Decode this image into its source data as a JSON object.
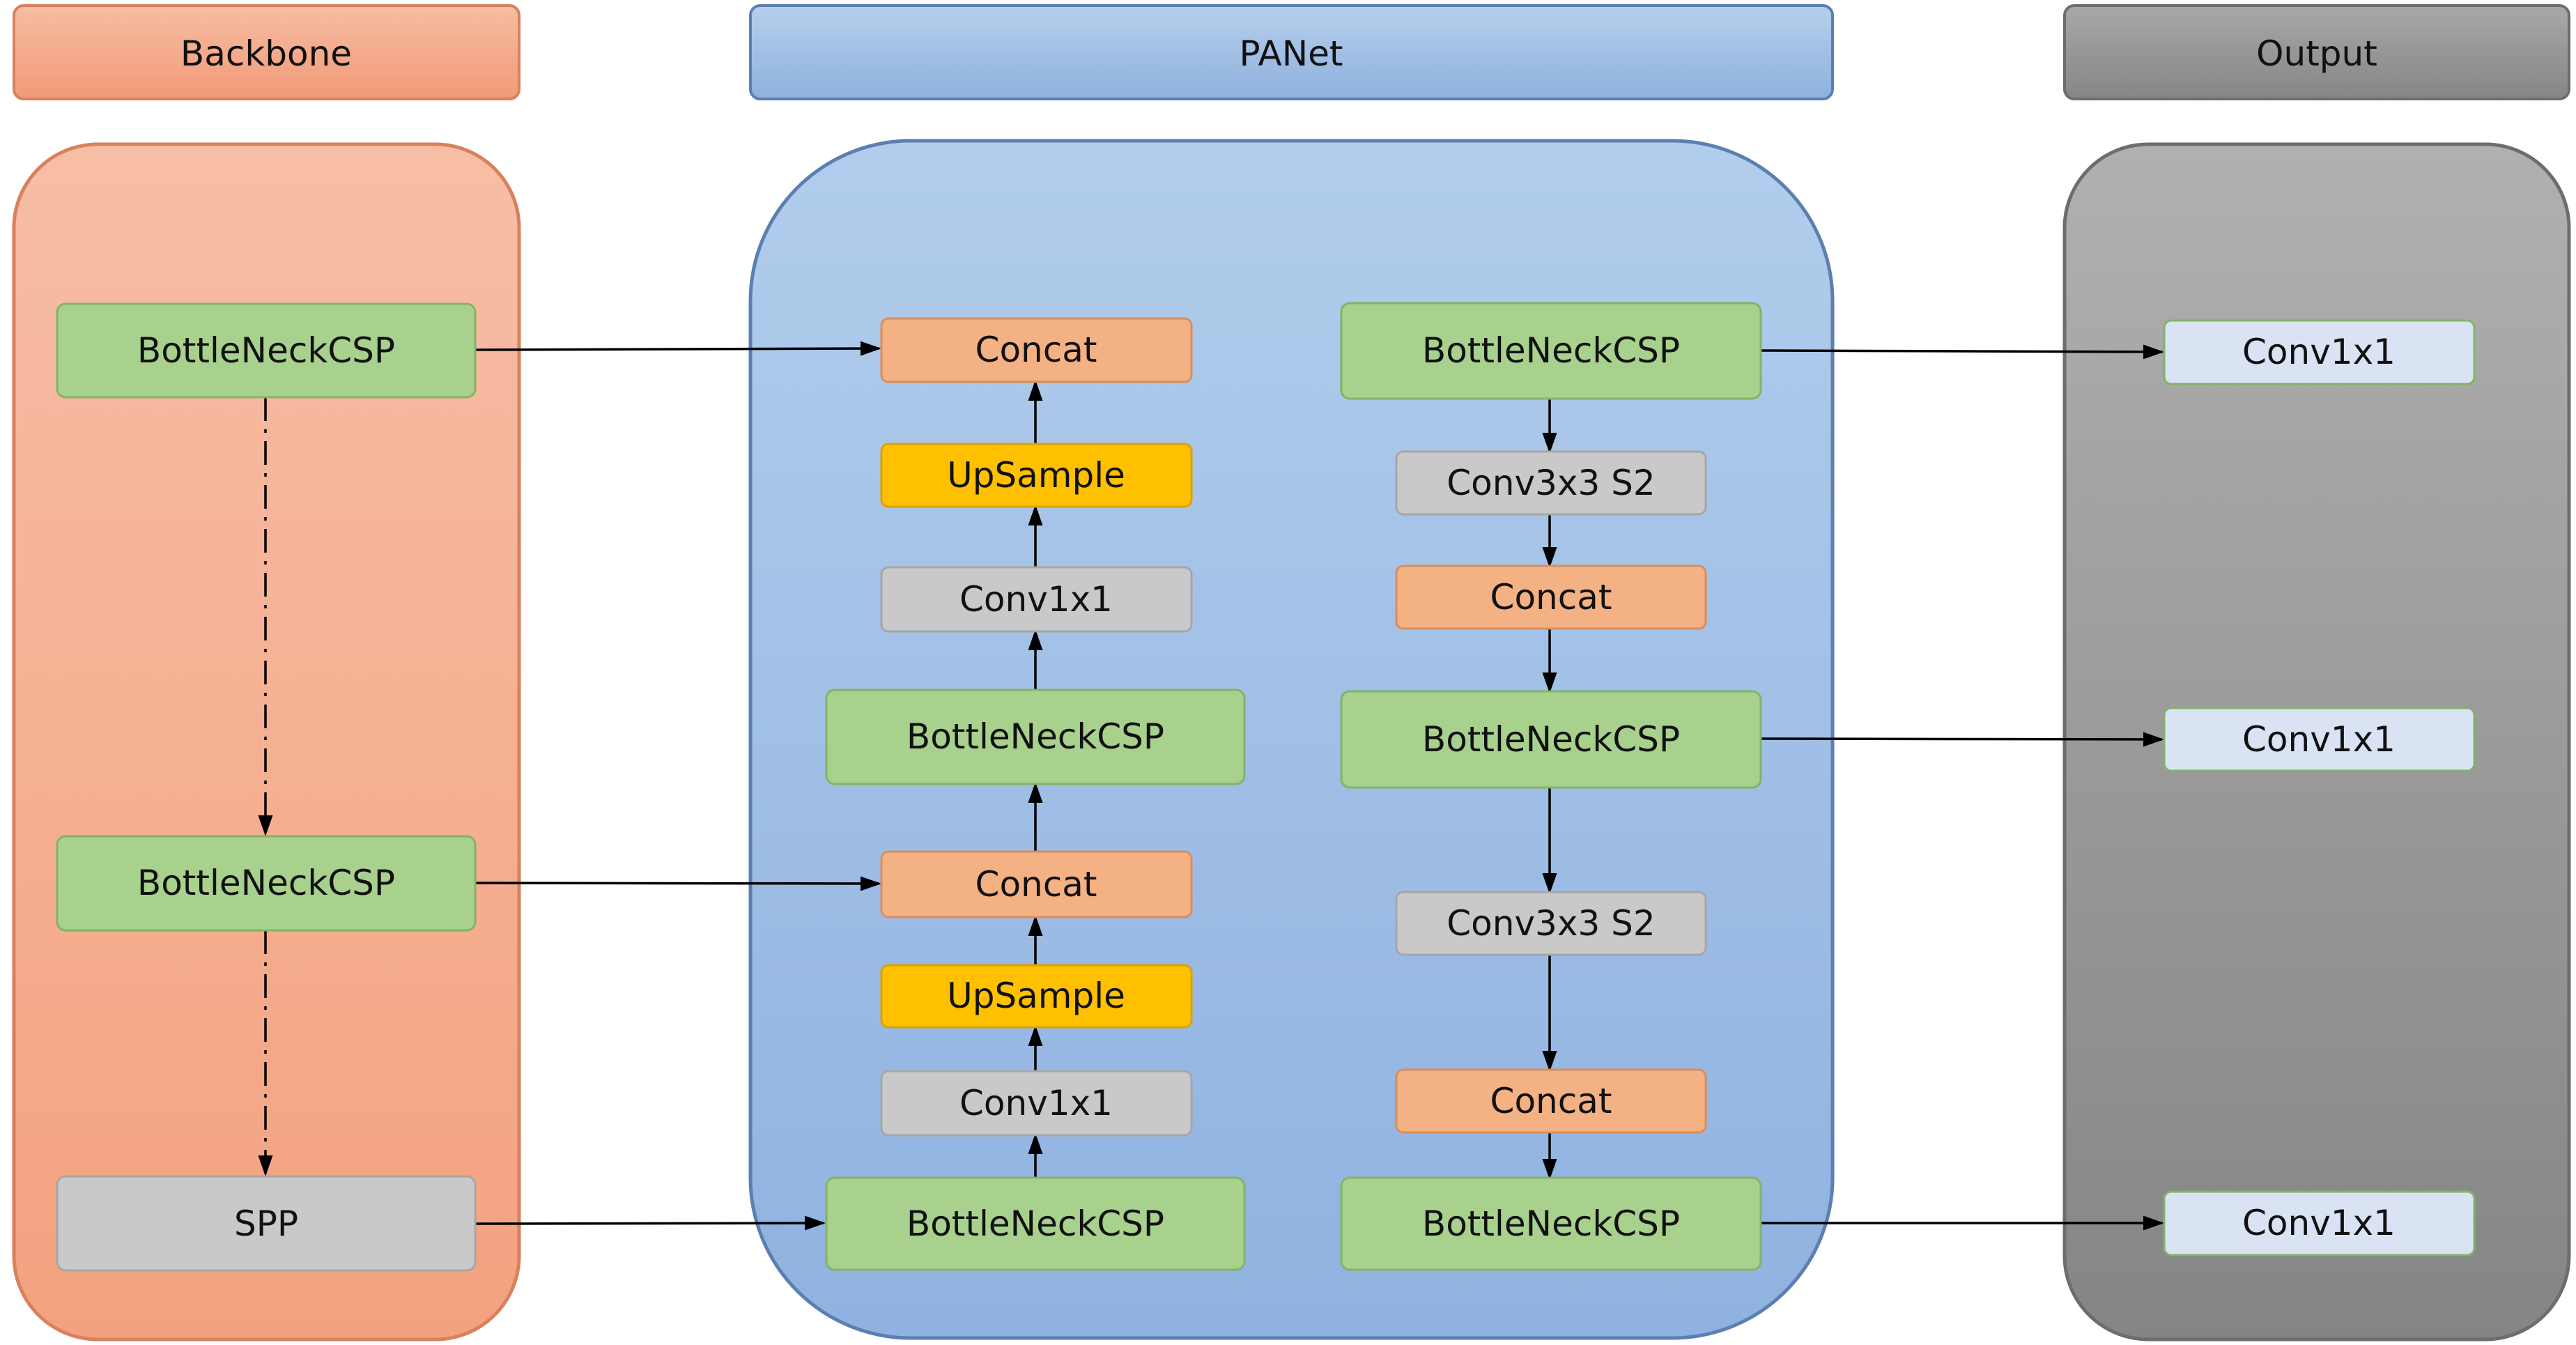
{
  "headers": {
    "backbone": "Backbone",
    "panet": "PANet",
    "output": "Output"
  },
  "colors": {
    "backbone": "#f4a989",
    "panet": "#9dbde6",
    "output": "#9a9a9a",
    "green": "#a9d18e",
    "gray": "#c9c9c9",
    "orange": "#f4b183",
    "yellow": "#ffc000",
    "light_blue": "#dae3f3"
  },
  "nodes": {
    "bb_csp1": "BottleNeckCSP",
    "bb_csp2": "BottleNeckCSP",
    "bb_spp": "SPP",
    "pa_concat_top": "Concat",
    "pa_upsample_top": "UpSample",
    "pa_conv_top": "Conv1x1",
    "pa_csp_mid": "BottleNeckCSP",
    "pa_concat_mid": "Concat",
    "pa_upsample_bot": "UpSample",
    "pa_conv_bot": "Conv1x1",
    "pa_csp_bot": "BottleNeckCSP",
    "pa_csp_r1": "BottleNeckCSP",
    "pa_conv3_1": "Conv3x3 S2",
    "pa_concat_r1": "Concat",
    "pa_csp_r2": "BottleNeckCSP",
    "pa_conv3_2": "Conv3x3 S2",
    "pa_concat_r2": "Concat",
    "pa_csp_r3": "BottleNeckCSP",
    "out_conv1": "Conv1x1",
    "out_conv2": "Conv1x1",
    "out_conv3": "Conv1x1"
  }
}
